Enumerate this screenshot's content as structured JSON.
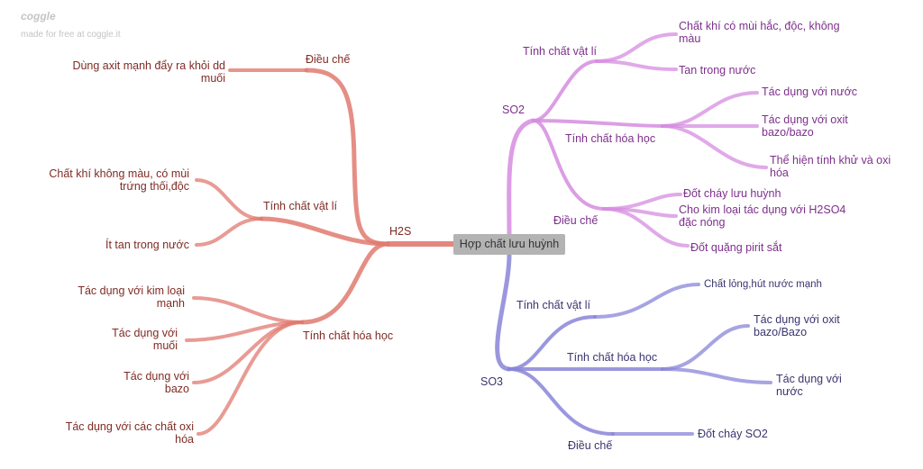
{
  "watermark": {
    "logo": "coggle",
    "credit": "made for free at coggle.it"
  },
  "colors": {
    "h2s": "#e07a70",
    "so2": "#d68ce0",
    "so3": "#8a85d8",
    "root_bg": "#b3b3b3"
  },
  "root": "Hợp chất lưu huỳnh",
  "h2s": {
    "label": "H2S",
    "dieu_che": {
      "label": "Điều chế",
      "items": [
        "Dùng axit mạnh đẩy ra khỏi dd muối"
      ]
    },
    "vat_li": {
      "label": "Tính chất vật lí",
      "items": [
        "Chất khí không màu, có mùi trứng thối,độc",
        "Ít tan trong nước"
      ]
    },
    "hoa_hoc": {
      "label": "Tính chất hóa học",
      "items": [
        "Tác dụng với kim loại mạnh",
        "Tác dụng với muối",
        "Tác dụng với bazo",
        "Tác dụng với các chất oxi hóa"
      ]
    }
  },
  "so2": {
    "label": "SO2",
    "vat_li": {
      "label": "Tính chất vật lí",
      "items": [
        "Chất khí có mùi hắc, độc, không màu",
        "Tan trong nước"
      ]
    },
    "hoa_hoc": {
      "label": "Tính chất hóa học",
      "items": [
        "Tác dụng với nước",
        "Tác dụng với oxit bazo/bazo",
        "Thể hiện tính khử và oxi hóa"
      ]
    },
    "dieu_che": {
      "label": "Điều chế",
      "items": [
        "Đốt cháy lưu huỳnh",
        "Cho kim loại tác dụng với H2SO4 đặc nóng",
        "Đốt quặng pirit sắt"
      ]
    }
  },
  "so3": {
    "label": "SO3",
    "vat_li": {
      "label": "Tính chất vật lí",
      "items": [
        "Chất lỏng,hút nước mạnh"
      ]
    },
    "hoa_hoc": {
      "label": "Tính chất hóa học",
      "items": [
        "Tác dụng với oxit bazo/Bazo",
        "Tác dụng với nước"
      ]
    },
    "dieu_che": {
      "label": "Điều chế",
      "items": [
        "Đốt cháy SO2"
      ]
    }
  }
}
